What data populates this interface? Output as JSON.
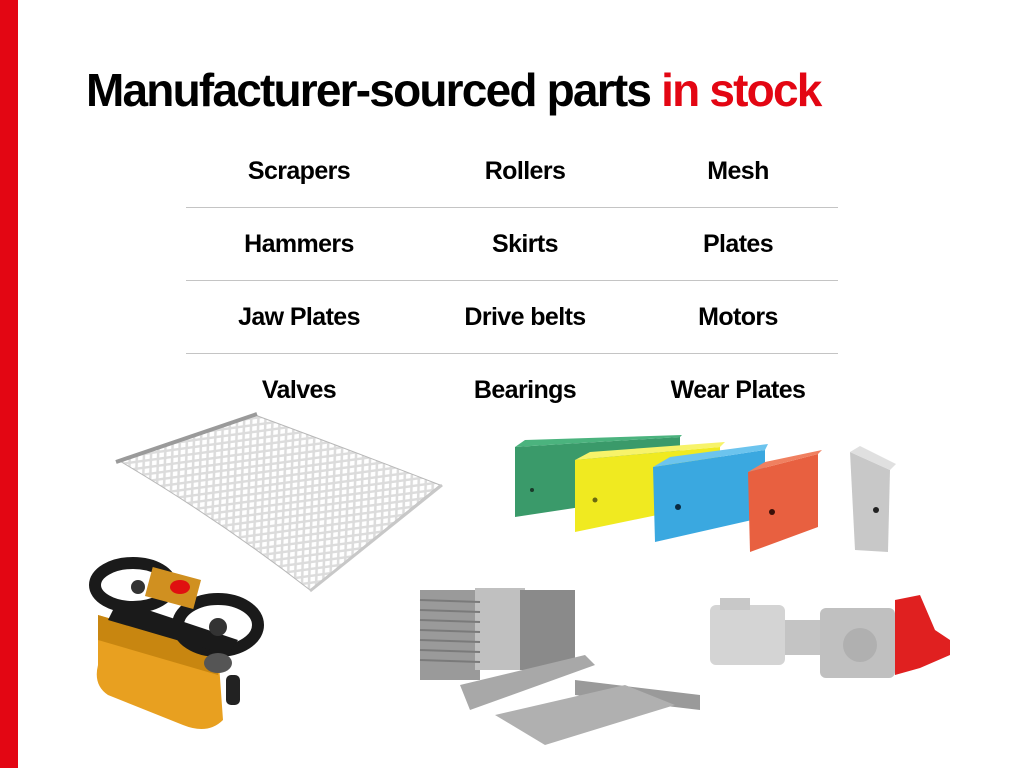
{
  "slide": {
    "accent_color": "#e30613",
    "title": {
      "main": "Manufacturer-sourced parts ",
      "highlight": "in stock"
    },
    "parts_grid": {
      "rows": [
        [
          "Scrapers",
          "Rollers",
          "Mesh"
        ],
        [
          "Hammers",
          "Skirts",
          "Plates"
        ],
        [
          "Jaw Plates",
          "Drive belts",
          "Motors"
        ],
        [
          "Valves",
          "Bearings",
          "Wear Plates"
        ]
      ]
    },
    "images": [
      {
        "name": "screen-mesh",
        "depicts": "wire screen mesh panel"
      },
      {
        "name": "wear-blocks",
        "depicts": "colored polyurethane wear blocks",
        "colors": [
          "#3a9a6a",
          "#f0ea20",
          "#3aa8e0",
          "#e86040",
          "#c8c8c8"
        ]
      },
      {
        "name": "remote-control",
        "depicts": "industrial radio remote control unit",
        "colors": [
          "#e8a020",
          "#1a1a1a",
          "#e01010"
        ]
      },
      {
        "name": "jaw-plates",
        "depicts": "crusher jaw plates"
      },
      {
        "name": "gear-motor",
        "depicts": "geared motor with red mounting bracket",
        "colors": [
          "#d0d0d0",
          "#e02020"
        ]
      }
    ]
  }
}
